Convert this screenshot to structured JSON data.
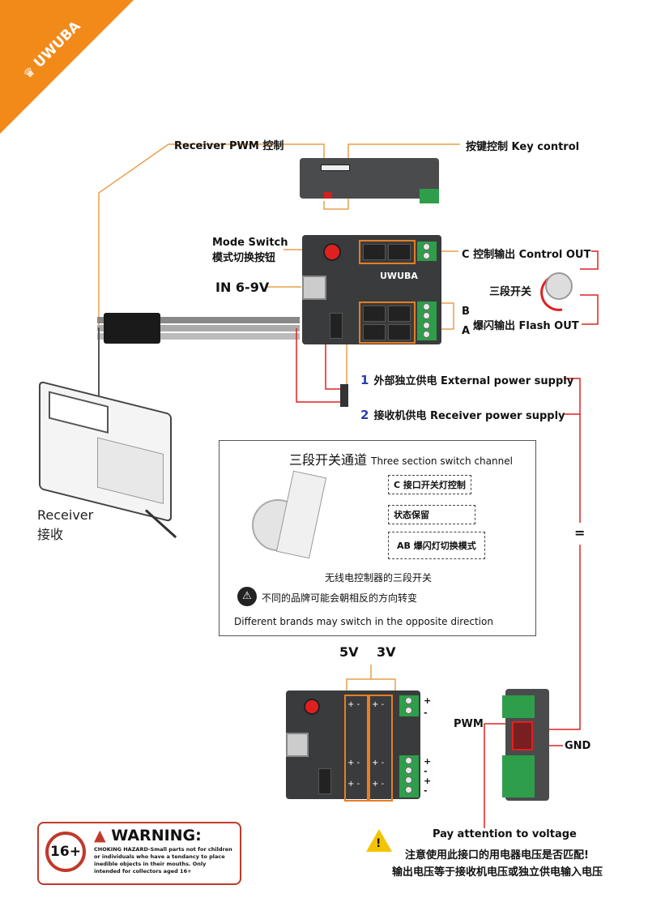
{
  "brand": {
    "logo_text": "UWUBA",
    "board_logo": "UWUBA"
  },
  "labels": {
    "receiver_pwm": "Receiver PWM 控制",
    "key_control": "按键控制  Key control",
    "mode_switch_en": "Mode Switch",
    "mode_switch_cn": "模式切换按钮",
    "in_voltage": "IN 6-9V",
    "control_out": "C  控制输出 Control OUT",
    "three_stage": "三段开关",
    "flash_out": "爆闪输出  Flash OUT",
    "port_b": "B",
    "port_a": "A",
    "ext_power_num": "1",
    "ext_power": "外部独立供电 External power supply",
    "rx_power_num": "2",
    "rx_power": "接收机供电  Receiver power supply",
    "receiver_en": "Receiver",
    "receiver_cn": "接收",
    "equals": "="
  },
  "switch_panel": {
    "title_cn": "三段开关通道",
    "title_en": "Three section switch channel",
    "c_label": "C 接口开关灯控制",
    "hold_label": "状态保留",
    "ab_label": "AB 爆闪灯切换模式",
    "rc_switch": "无线电控制器的三段开关",
    "warn_cn": "不同的品牌可能会朝相反的方向转变",
    "warn_en": "Different brands may switch in the opposite direction"
  },
  "voltage": {
    "v5": "5V",
    "v3": "3V",
    "plus": "+",
    "minus": "-",
    "pm_pair": "+ -",
    "pwm": "PWM",
    "gnd": "GND",
    "attention_en": "Pay attention to voltage",
    "attention_cn1": "注意使用此接口的用电器电压是否匹配!",
    "attention_cn2": "输出电压等于接收机电压或独立供电输入电压"
  },
  "warning": {
    "age": "16+",
    "title": "WARNING:",
    "text": "CHOKING HAZARD-Small parts not for children or individuals who have a tendancy to place inedible objects in their mouths. Only intended for collectors aged 16+"
  },
  "colors": {
    "orange": "#f28a1a",
    "red": "#e02020",
    "green": "#2f9e4a",
    "board": "#3a3b3d",
    "blue": "#2a3fa8"
  }
}
